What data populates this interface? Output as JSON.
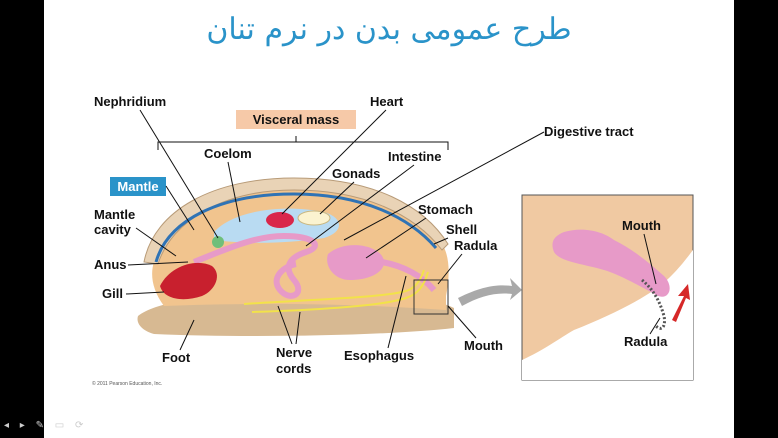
{
  "slide": {
    "title": "طرح عمومی بدن در نرم تنان",
    "copyright": "© 2011 Pearson Education, Inc.",
    "controls": "◂ ▸ ✎ ▭ ⟳"
  },
  "labels": {
    "nephridium": "Nephridium",
    "heart": "Heart",
    "visceral_mass": "Visceral mass",
    "coelom": "Coelom",
    "intestine": "Intestine",
    "gonads": "Gonads",
    "mantle": "Mantle",
    "mantle_cavity_1": "Mantle",
    "mantle_cavity_2": "cavity",
    "anus": "Anus",
    "gill": "Gill",
    "foot": "Foot",
    "nerve_cords_1": "Nerve",
    "nerve_cords_2": "cords",
    "esophagus": "Esophagus",
    "stomach": "Stomach",
    "shell": "Shell",
    "radula": "Radula",
    "mouth": "Mouth",
    "digestive_tract": "Digestive tract",
    "inset_mouth": "Mouth",
    "inset_radula": "Radula"
  },
  "colors": {
    "title": "#2a93c9",
    "mantle_badge": "#2a93c9",
    "visceral_badge": "#f6c9a8",
    "shell": "#e9d3b6",
    "body": "#f1c48e",
    "foot": "#d7b992",
    "gill": "#c8202e",
    "coelom": "#b9dbf2",
    "gut": "#e79ac8",
    "nerve": "#f2e24a"
  }
}
